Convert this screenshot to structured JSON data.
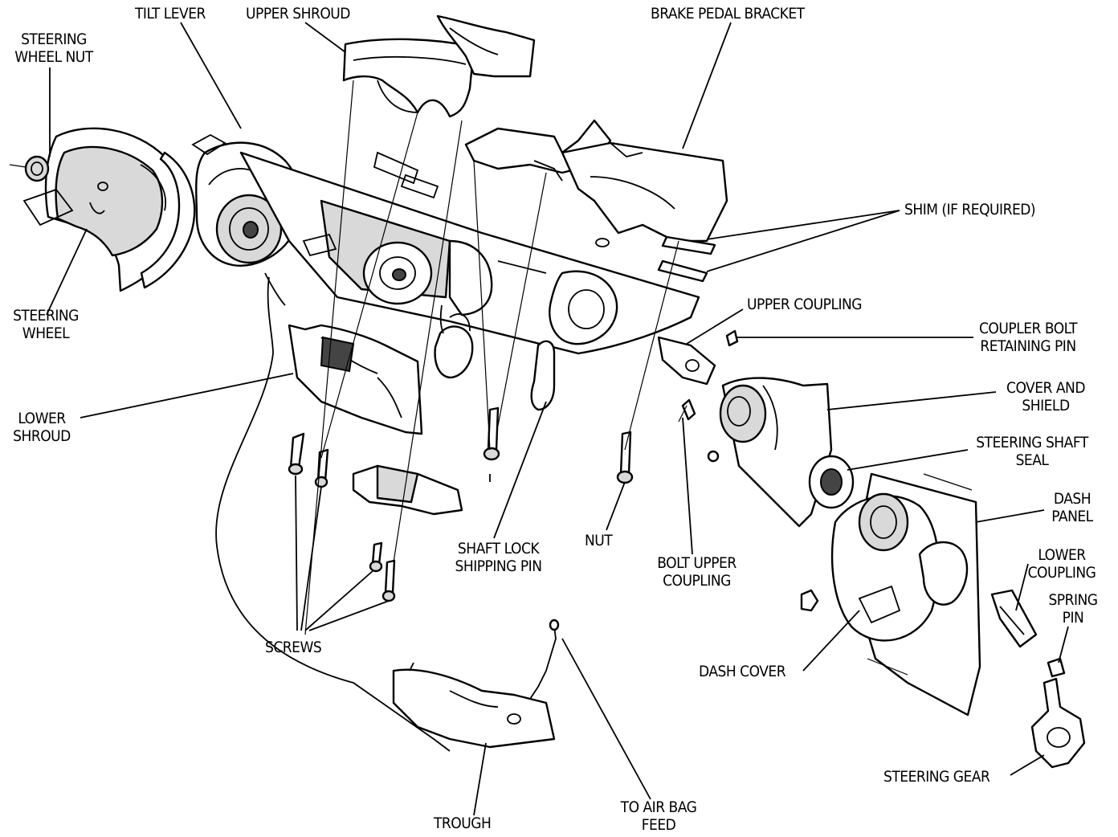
{
  "labels": {
    "steering_wheel_nut": "STEERING\nWHEEL NUT",
    "tilt_lever": "TILT LEVER",
    "upper_shroud": "UPPER SHROUD",
    "brake_pedal_bracket": "BRAKE PEDAL BRACKET",
    "shim": "SHIM (IF REQUIRED)",
    "upper_coupling": "UPPER COUPLING",
    "coupler_bolt_retaining_pin": "COUPLER BOLT\nRETAINING PIN",
    "cover_and_shield": "COVER AND\nSHIELD",
    "steering_shaft_seal": "STEERING SHAFT\nSEAL",
    "dash_panel": "DASH\nPANEL",
    "lower_coupling": "LOWER\nCOUPLING",
    "spring_pin": "SPRING\nPIN",
    "steering_wheel": "STEERING\nWHEEL",
    "lower_shroud": "LOWER\nSHROUD",
    "screws": "SCREWS",
    "shaft_lock_shipping_pin": "SHAFT LOCK\nSHIPPING PIN",
    "nut": "NUT",
    "bolt_upper_coupling": "BOLT UPPER\nCOUPLING",
    "dash_cover": "DASH COVER",
    "steering_gear": "STEERING GEAR",
    "trough": "TROUGH",
    "to_air_bag_feed": "TO AIR BAG\nFEED"
  }
}
